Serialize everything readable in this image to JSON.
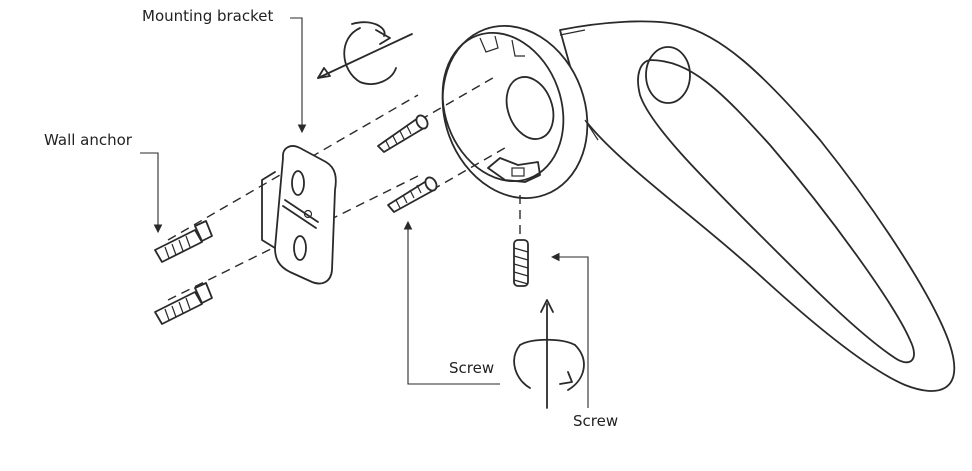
{
  "labels": {
    "mounting_bracket": "Mounting bracket",
    "wall_anchor": "Wall anchor",
    "screw_left": "Screw",
    "screw_bottom": "Screw"
  }
}
